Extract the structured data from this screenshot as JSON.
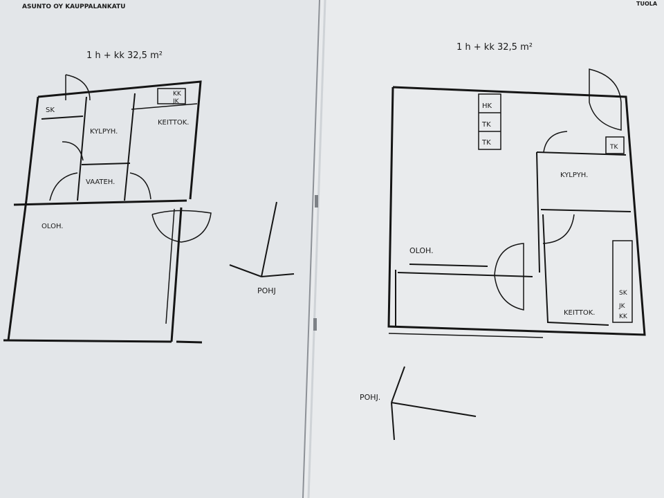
{
  "header": {
    "left": "ASUNTO OY KAUPPALANKATU",
    "right": "TUOLA"
  },
  "left_plan": {
    "title": "1 h + kk   32,5 m²",
    "rooms": {
      "sk": "SK",
      "kk": "KK",
      "jk": "JK",
      "kylpyh": "KYLPYH.",
      "keittok": "KEITTOK.",
      "vaateh": "VAATEH.",
      "oloh": "OLOH."
    },
    "north": "POHJ"
  },
  "right_plan": {
    "title": "1 h + kk   32,5 m²",
    "rooms": {
      "hk": "HK",
      "tk1": "TK",
      "tk2": "TK",
      "tk3": "TK",
      "kylpyh": "KYLPYH.",
      "oloh": "OLOH.",
      "sk": "SK",
      "jk": "JK",
      "kk": "KK",
      "keittok": "KEITTOK."
    },
    "north": "POHJ."
  }
}
